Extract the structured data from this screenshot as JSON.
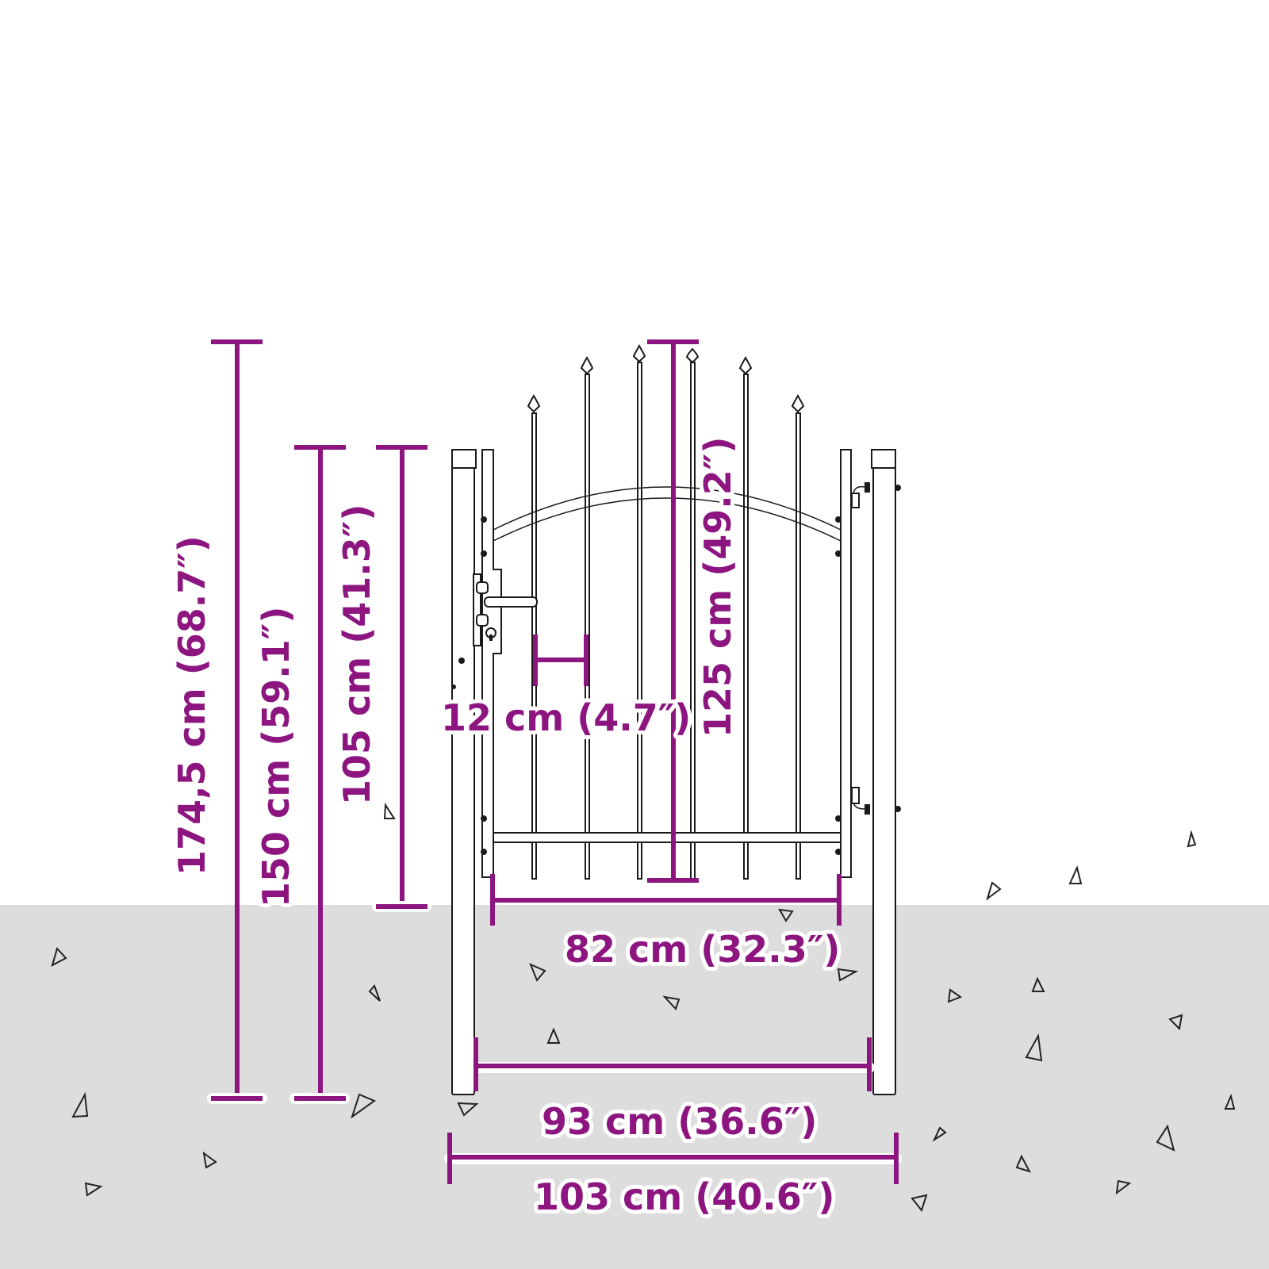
{
  "diagram": {
    "subject": "Garden gate with arched top and spear finials",
    "colors": {
      "dimension": "#8d1580",
      "ground": "#dddddd",
      "background": "#ffffff",
      "line_art": "#1a1a1a"
    },
    "dimensions": {
      "total_height": "174,5 cm (68.7″)",
      "post_height": "150 cm (59.1″)",
      "gate_side_height": "105 cm (41.3″)",
      "gate_center_height": "125 cm (49.2″)",
      "bar_spacing": "12 cm (4.7″)",
      "gate_width": "82 cm (32.3″)",
      "opening_width": "93 cm (36.6″)",
      "overall_width": "103 cm (40.6″)"
    },
    "parts": {
      "posts": 2,
      "vertical_bars": 6,
      "finials": 6,
      "has_lock": true,
      "has_handle": true,
      "hinges": 2
    }
  }
}
